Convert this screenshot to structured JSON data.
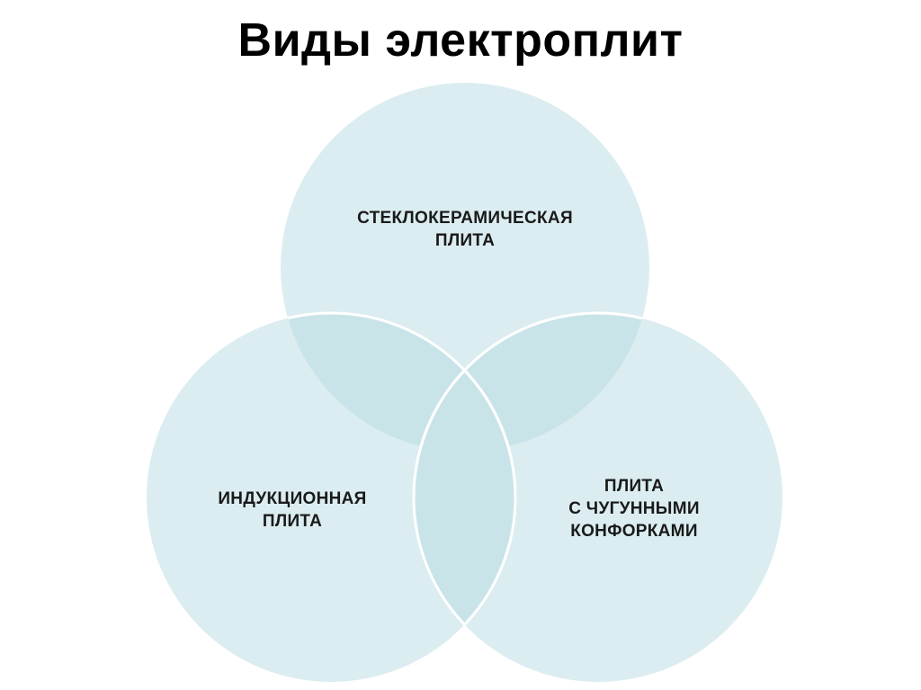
{
  "title": "Виды электроплит",
  "colors": {
    "circle_fill": "#dbedf0",
    "overlap_fill": "#c9e4e9",
    "circle_stroke": "#ffffff",
    "text": "#1a1a1a"
  },
  "circles": [
    {
      "id": "top",
      "lines": [
        "СТЕКЛОКЕРАМИЧЕСКАЯ",
        "ПЛИТА"
      ]
    },
    {
      "id": "left",
      "lines": [
        "ИНДУКЦИОННАЯ",
        "ПЛИТА"
      ]
    },
    {
      "id": "right",
      "lines": [
        "ПЛИТА",
        "С ЧУГУННЫМИ",
        "КОНФОРКАМИ"
      ]
    }
  ]
}
